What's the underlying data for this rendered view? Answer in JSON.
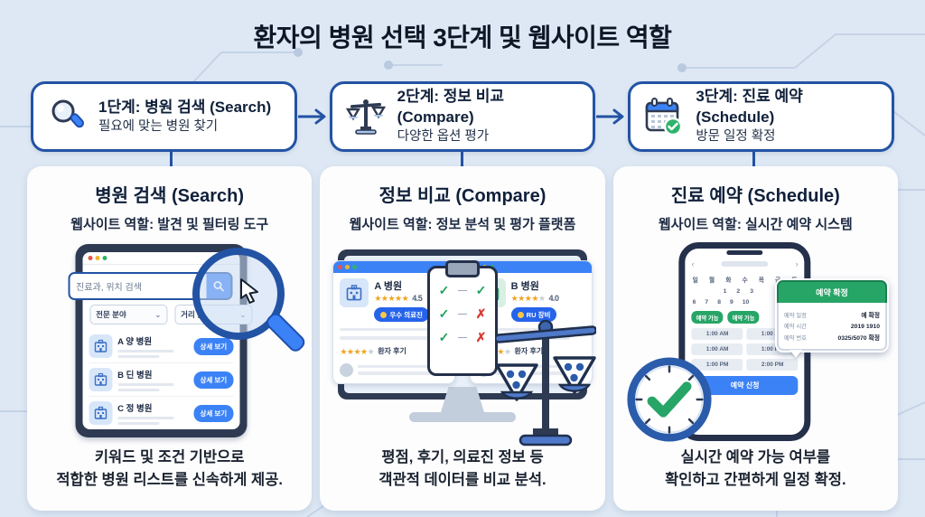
{
  "title": "환자의 병원 선택 3단계 및 웹사이트 역할",
  "steps": [
    {
      "title": "1단계: 병원 검색 (Search)",
      "subtitle": "필요에 맞는 병원 찾기"
    },
    {
      "title": "2단계: 정보 비교 (Compare)",
      "subtitle": "다양한 옵션 평가"
    },
    {
      "title": "3단계: 진료 예약 (Schedule)",
      "subtitle": "방문 일정 확정"
    }
  ],
  "icons": {
    "chevron_down": "⌄",
    "nav_prev": "‹",
    "nav_next": "›"
  },
  "cards": [
    {
      "title": "병원 검색 (Search)",
      "subtitle": "웹사이트 역할: 발견 및 필터링 도구",
      "caption1": "키워드 및 조건 기반으로",
      "caption2": "적합한 병원 리스트를 신속하게 제공.",
      "search_placeholder": "진료과, 위치 검색",
      "filter1": "전문 분야",
      "filter2": "거리 순",
      "hospitals": [
        {
          "name": "A 양 병원",
          "button": "상세 보기"
        },
        {
          "name": "B 딘 병원",
          "button": "상세 보기"
        },
        {
          "name": "C 정 병원",
          "button": "상세 보기"
        }
      ]
    },
    {
      "title": "정보 비교 (Compare)",
      "subtitle": "웹사이트 역할: 정보 분석 및 평가 플랫폼",
      "caption1": "평점, 후기, 의료진 정보 등",
      "caption2": "객관적 데이터를 비교 분석.",
      "windows": [
        {
          "name": "A 병원",
          "stars": "★★★★★",
          "stars_gray": "",
          "rating": "4.5",
          "badge": "우수 의료진",
          "review_stars": "★★★★",
          "review_stars_gray": "★",
          "review": "환자 후기"
        },
        {
          "name": "B 병원",
          "stars": "★★★★",
          "stars_gray": "★",
          "rating": "4.0",
          "badge": "RU 장비",
          "review_stars": "★★★★",
          "review_stars_gray": "★",
          "review": "환자 후기"
        }
      ],
      "clipboard": {
        "rows": [
          {
            "l": "✓",
            "m": "—",
            "r": "✓"
          },
          {
            "l": "✓",
            "m": "—",
            "r": "✗"
          },
          {
            "l": "✓",
            "m": "—",
            "r": "✗"
          }
        ]
      }
    },
    {
      "title": "진료 예약 (Schedule)",
      "subtitle": "웹사이트 역할: 실시간 예약 시스템",
      "caption1": "실시간 예약 가능 여부를",
      "caption2": "확인하고 간편하게 일정 확정.",
      "calendar": {
        "days": [
          "일",
          "월",
          "화",
          "수",
          "목",
          "금",
          "토"
        ],
        "dates1": [
          "1",
          "2",
          "3"
        ],
        "dates2": [
          "6",
          "7",
          "8",
          "9",
          "10"
        ],
        "slot_pill": "예약 가능",
        "times": [
          "1:00 AM",
          "1:00 AM",
          "1:00 AM",
          "1:00 PM",
          "1:00 PM",
          "2:00 PM"
        ],
        "submit": "예약 신청"
      },
      "tooltip": {
        "title": "예약 확정",
        "rows": [
          {
            "label": "예약 일정",
            "value": "예 확정"
          },
          {
            "label": "예약 시간",
            "value": "2019 1910"
          },
          {
            "label": "예약 번호",
            "value": "0325/5070 확정"
          }
        ]
      }
    }
  ]
}
